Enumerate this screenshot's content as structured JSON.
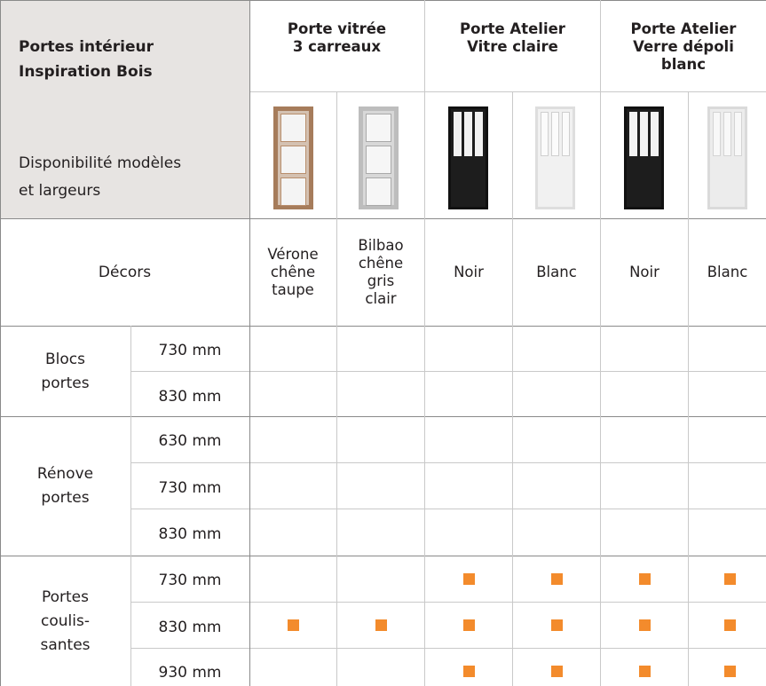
{
  "table": {
    "title_line1": "Portes intérieur",
    "title_line2": "Inspiration Bois",
    "subtitle_line1": "Disponibilité modèles",
    "subtitle_line2": "et largeurs",
    "groups": [
      {
        "line1": "Porte vitrée",
        "line2": "3 carreaux",
        "line3": ""
      },
      {
        "line1": "Porte Atelier",
        "line2": "Vitre claire",
        "line3": ""
      },
      {
        "line1": "Porte Atelier",
        "line2": "Verre dépoli",
        "line3": "blanc"
      }
    ],
    "decors_label": "Décors",
    "decors": [
      {
        "lines": [
          "Vérone",
          "chêne",
          "taupe"
        ]
      },
      {
        "lines": [
          "Bilbao",
          "chêne",
          "gris",
          "clair"
        ]
      },
      {
        "lines": [
          "Noir"
        ]
      },
      {
        "lines": [
          "Blanc"
        ]
      },
      {
        "lines": [
          "Noir"
        ]
      },
      {
        "lines": [
          "Blanc"
        ]
      }
    ],
    "product_types": [
      {
        "line1": "Blocs",
        "line2": "portes",
        "line3": ""
      },
      {
        "line1": "Rénove",
        "line2": "portes",
        "line3": ""
      },
      {
        "line1": "Portes",
        "line2": "coulis-",
        "line3": "santes"
      }
    ],
    "rows": [
      {
        "width": "730 mm",
        "available": [
          false,
          false,
          false,
          false,
          false,
          false
        ]
      },
      {
        "width": "830 mm",
        "available": [
          false,
          false,
          false,
          false,
          false,
          false
        ]
      },
      {
        "width": "630 mm",
        "available": [
          false,
          false,
          false,
          false,
          false,
          false
        ]
      },
      {
        "width": "730 mm",
        "available": [
          false,
          false,
          false,
          false,
          false,
          false
        ]
      },
      {
        "width": "830 mm",
        "available": [
          false,
          false,
          false,
          false,
          false,
          false
        ]
      },
      {
        "width": "730 mm",
        "available": [
          false,
          false,
          true,
          true,
          true,
          true
        ]
      },
      {
        "width": "830 mm",
        "available": [
          true,
          true,
          true,
          true,
          true,
          true
        ]
      },
      {
        "width": "930 mm",
        "available": [
          false,
          false,
          true,
          true,
          true,
          true
        ]
      }
    ],
    "door_icons": [
      "wood-door-icon",
      "grey-door-icon",
      "black-atelier-door-icon",
      "white-atelier-door-icon",
      "black-atelier-door-icon",
      "frosted-atelier-door-icon"
    ],
    "marker_color": "#f38b2c"
  }
}
